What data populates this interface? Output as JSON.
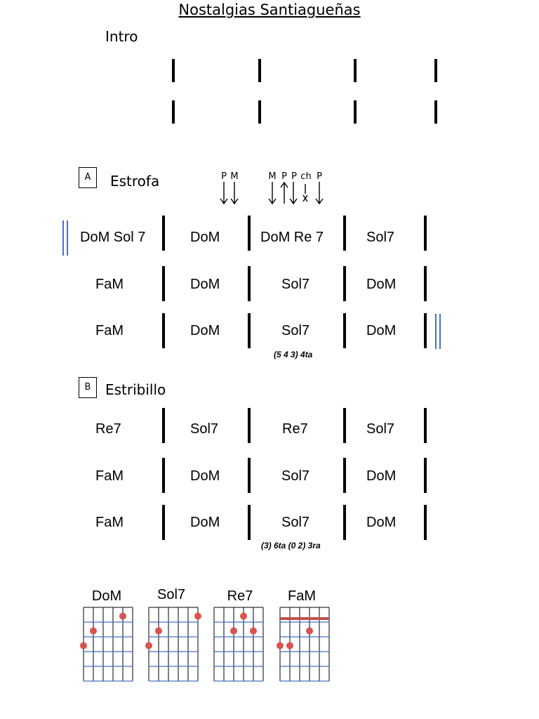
{
  "title": "Nostalgias Santiagueñas",
  "intro": {
    "label": "Intro"
  },
  "section_a": {
    "box": "A",
    "label": "Estrofa",
    "strum_labels": [
      "P",
      "M",
      "M",
      "P",
      "P",
      "ch",
      "P"
    ],
    "rows": [
      {
        "cells": [
          "DoM   Sol 7",
          "DoM",
          "DoM   Re 7",
          "Sol7"
        ]
      },
      {
        "cells": [
          "FaM",
          "DoM",
          "Sol7",
          "DoM"
        ]
      },
      {
        "cells": [
          "FaM",
          "DoM",
          "Sol7",
          "DoM"
        ]
      }
    ],
    "note": "(5 4 3) 4ta"
  },
  "section_b": {
    "box": "B",
    "label": "Estribillo",
    "rows": [
      {
        "cells": [
          "Re7",
          "Sol7",
          "Re7",
          "Sol7"
        ]
      },
      {
        "cells": [
          "FaM",
          "DoM",
          "Sol7",
          "DoM"
        ]
      },
      {
        "cells": [
          "FaM",
          "DoM",
          "Sol7",
          "DoM"
        ]
      }
    ],
    "note": "(3) 6ta  (0 2) 3ra"
  },
  "chord_diagrams": [
    {
      "name": "DoM",
      "barre": false,
      "dots": [
        {
          "string": 5,
          "fret": 1
        },
        {
          "string": 2,
          "fret": 2
        },
        {
          "string": 1,
          "fret": 3
        }
      ]
    },
    {
      "name": "Sol7",
      "barre": false,
      "dots": [
        {
          "string": 6,
          "fret": 1
        },
        {
          "string": 2,
          "fret": 2
        },
        {
          "string": 1,
          "fret": 3
        }
      ]
    },
    {
      "name": "Re7",
      "barre": false,
      "dots": [
        {
          "string": 4,
          "fret": 1
        },
        {
          "string": 3,
          "fret": 2
        },
        {
          "string": 5,
          "fret": 2
        }
      ]
    },
    {
      "name": "FaM",
      "barre": true,
      "dots": [
        {
          "string": 4,
          "fret": 2
        },
        {
          "string": 1,
          "fret": 3
        },
        {
          "string": 2,
          "fret": 3
        }
      ]
    }
  ],
  "colors": {
    "repeat_line": "#4472c4",
    "fret_line": "#4472c4",
    "dot": "#d9534f",
    "barre": "#c0504d"
  }
}
